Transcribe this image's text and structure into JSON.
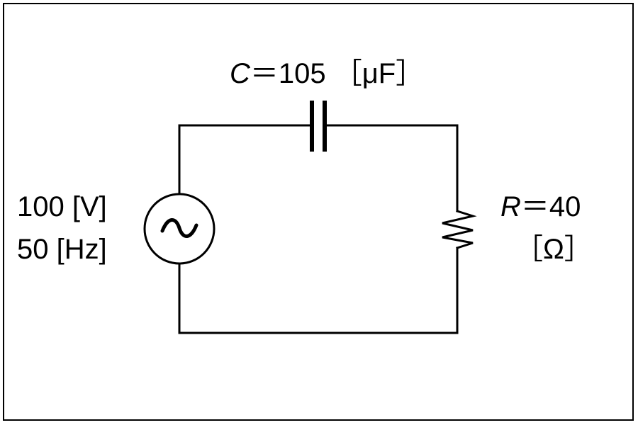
{
  "capacitor": {
    "symbol": "C",
    "value": "＝105 ［μF］"
  },
  "resistor": {
    "symbol": "R",
    "value": "＝40",
    "unit": "［Ω］"
  },
  "source": {
    "voltage": "100 [V]",
    "frequency": "50 [Hz]"
  }
}
